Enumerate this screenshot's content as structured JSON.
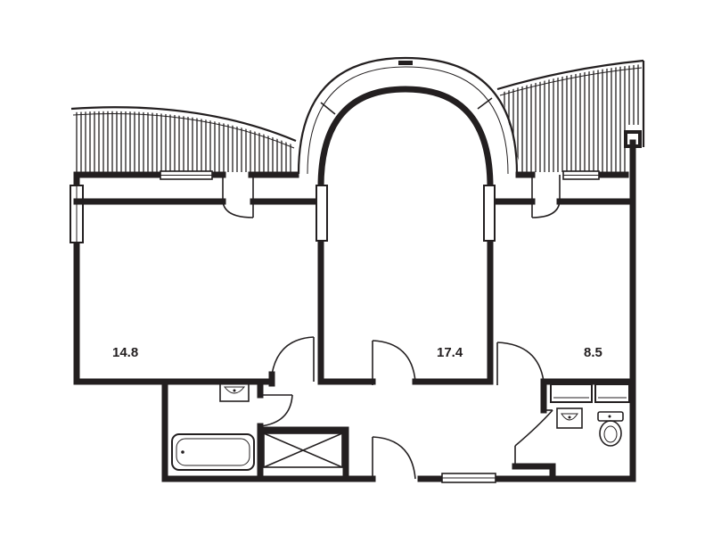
{
  "rooms": [
    {
      "id": "bedroom-left",
      "area": "14.8"
    },
    {
      "id": "living-center",
      "area": "17.4"
    },
    {
      "id": "bedroom-right",
      "area": "8.5"
    }
  ],
  "colors": {
    "line": "#231f20",
    "background": "#ffffff"
  }
}
